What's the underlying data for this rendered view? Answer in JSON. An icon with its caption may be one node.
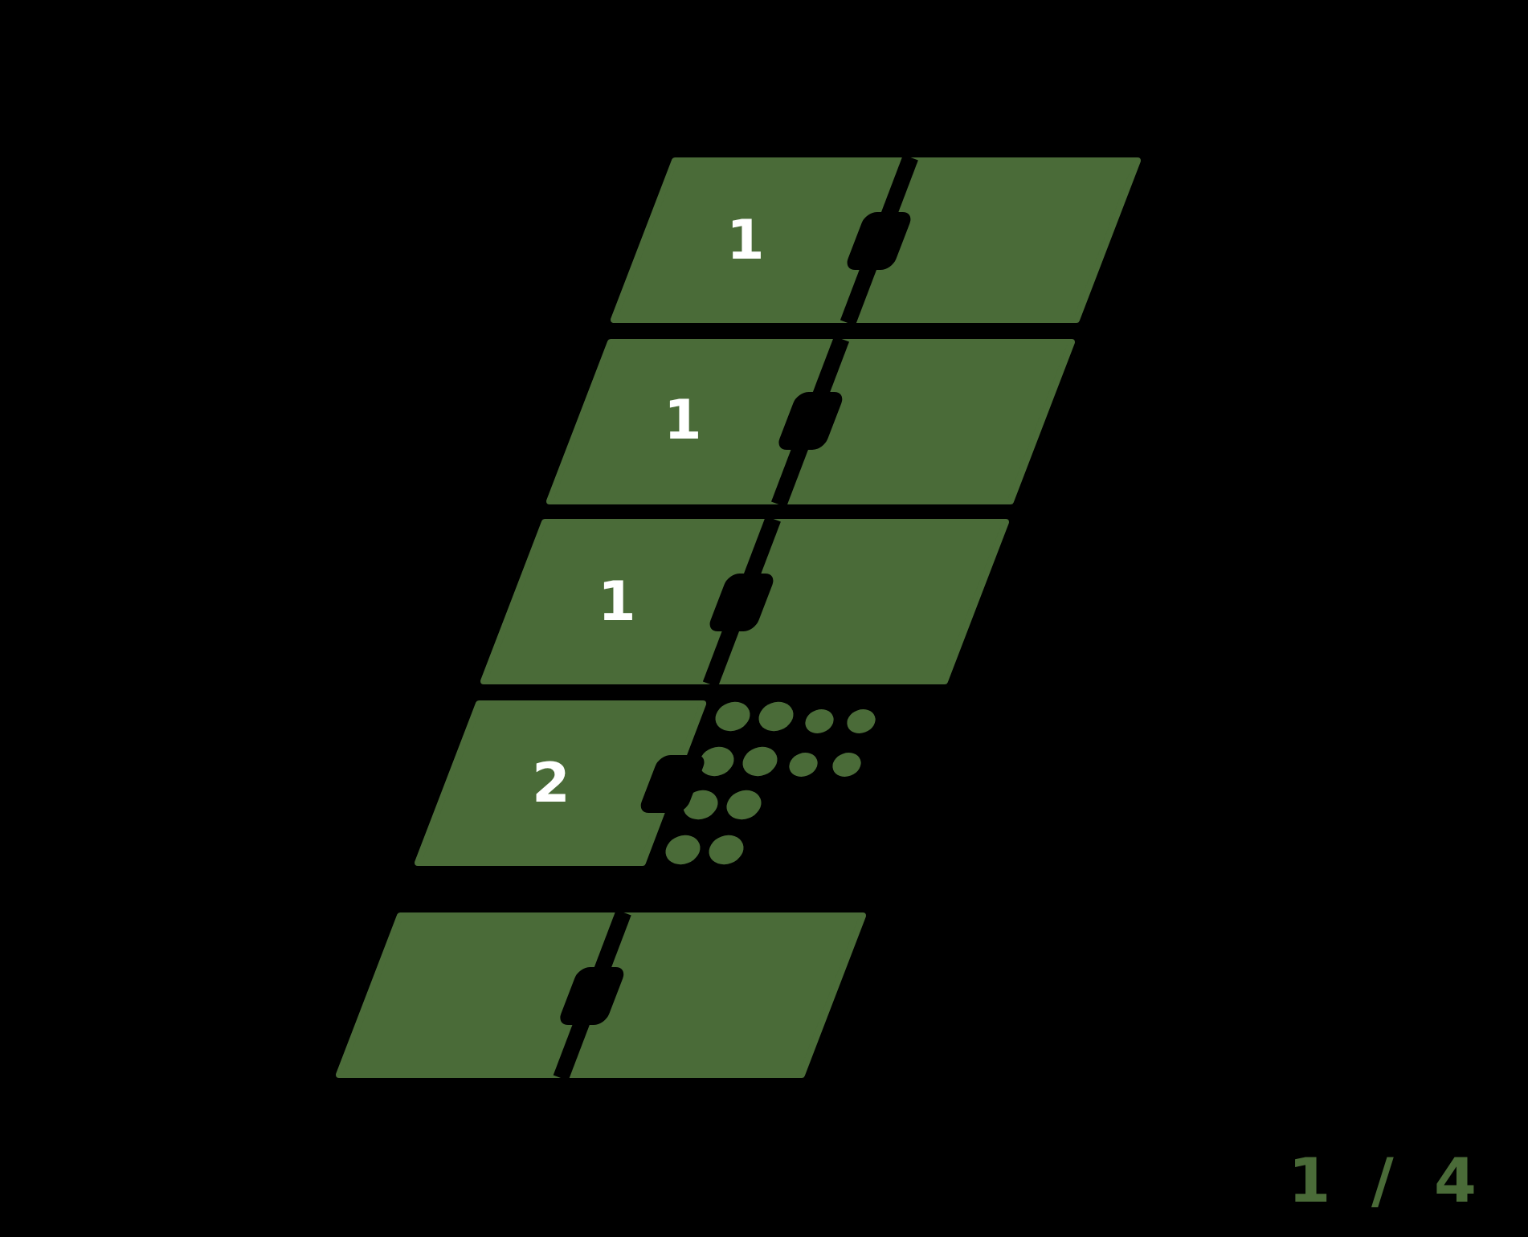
{
  "diagram": {
    "nodes": [
      {
        "text": [
          "1"
        ]
      },
      {
        "text": [
          "1"
        ]
      },
      {
        "text": [
          "1"
        ]
      },
      {
        "text": [
          "2"
        ]
      },
      {
        "text": [],
        "shape": "box"
      }
    ],
    "labels": [
      "1 / 4"
    ]
  }
}
